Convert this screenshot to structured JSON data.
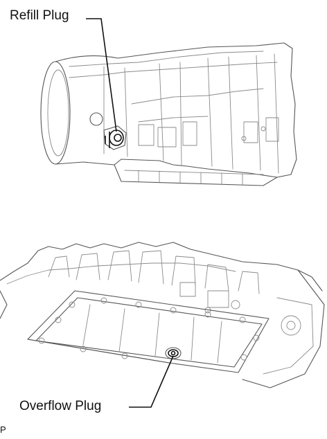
{
  "labels": {
    "refill_plug": "Refill Plug",
    "overflow_plug": "Overflow Plug",
    "corner_code": "P"
  }
}
